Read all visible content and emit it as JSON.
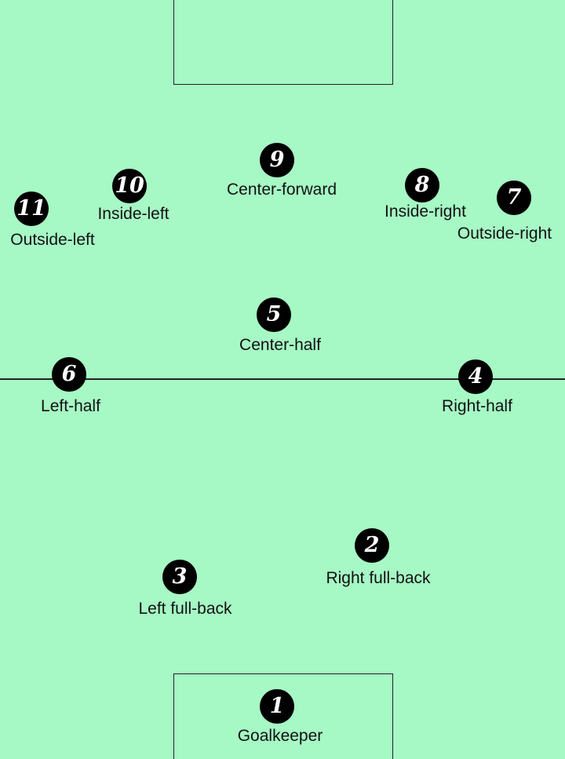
{
  "colors": {
    "pitch": "#a6f8c5",
    "lines": "#222222",
    "marker": "#000000"
  },
  "players": [
    {
      "number": "1",
      "label": "Goalkeeper"
    },
    {
      "number": "2",
      "label": "Right full-back"
    },
    {
      "number": "3",
      "label": "Left full-back"
    },
    {
      "number": "4",
      "label": "Right-half"
    },
    {
      "number": "5",
      "label": "Center-half"
    },
    {
      "number": "6",
      "label": "Left-half"
    },
    {
      "number": "7",
      "label": "Outside-right"
    },
    {
      "number": "8",
      "label": "Inside-right"
    },
    {
      "number": "9",
      "label": "Center-forward"
    },
    {
      "number": "10",
      "label": "Inside-left"
    },
    {
      "number": "11",
      "label": "Outside-left"
    }
  ]
}
